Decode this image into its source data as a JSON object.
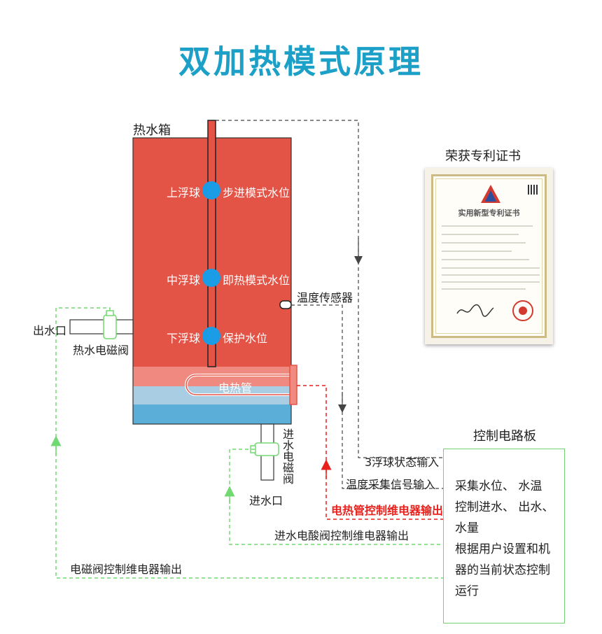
{
  "title": "双加热模式原理",
  "tank": {
    "label": "热水箱",
    "upper_float": "上浮球",
    "upper_level": "步进模式水位",
    "middle_float": "中浮球",
    "middle_level": "即热模式水位",
    "lower_float": "下浮球",
    "lower_level": "保护水位",
    "heater": "电热管"
  },
  "outlet": {
    "port": "出水口",
    "valve": "热水电磁阀"
  },
  "inlet": {
    "port": "进水口",
    "valve": "进水电磁阀"
  },
  "sensor": "温度传感器",
  "signals": {
    "float_input": "3浮球状态输入",
    "temp_input": "温度采集信号输入",
    "heater_relay": "电热管控制维电器输出",
    "inlet_relay": "进水电酸阀控制维电器输出",
    "valve_relay": "电磁阀控制维电器输出"
  },
  "control_board": {
    "title": "控制电路板",
    "lines": [
      "采集水位、 水温",
      "控制进水、 出水、",
      "水量",
      "根据用户设置和机",
      "器的当前状态控制",
      "运行"
    ]
  },
  "certificate": {
    "caption": "荣获专利证书",
    "heading": "实用新型专利证书"
  },
  "colors": {
    "tank_red": "#e35447",
    "water_blue": "#5aaed8",
    "float_blue": "#1a9de6",
    "title_blue": "#1da0c8",
    "signal_red": "#e8211c",
    "signal_green": "#72d872"
  }
}
